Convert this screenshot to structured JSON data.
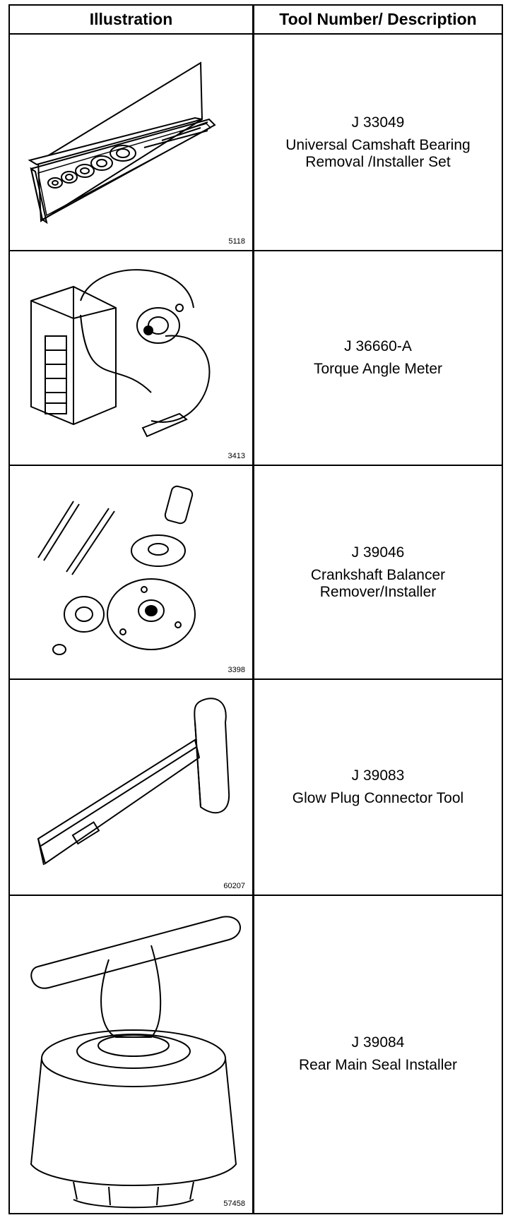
{
  "header": {
    "illustration": "Illustration",
    "tool": "Tool Number/ Description"
  },
  "rows": [
    {
      "fig": "5118",
      "number": "J 33049",
      "desc": [
        "Universal Camshaft Bearing",
        "Removal /Installer Set"
      ],
      "icon": "camshaft-bearing-set-illustration"
    },
    {
      "fig": "3413",
      "number": "J 36660-A",
      "desc": [
        "Torque Angle Meter"
      ],
      "icon": "torque-angle-meter-illustration"
    },
    {
      "fig": "3398",
      "number": "J 39046",
      "desc": [
        "Crankshaft Balancer",
        "Remover/Installer"
      ],
      "icon": "crankshaft-balancer-tool-illustration"
    },
    {
      "fig": "60207",
      "number": "J 39083",
      "desc": [
        "Glow Plug Connector Tool"
      ],
      "icon": "glow-plug-connector-tool-illustration"
    },
    {
      "fig": "57458",
      "number": "J 39084",
      "desc": [
        "Rear Main Seal Installer"
      ],
      "icon": "rear-main-seal-installer-illustration"
    }
  ]
}
